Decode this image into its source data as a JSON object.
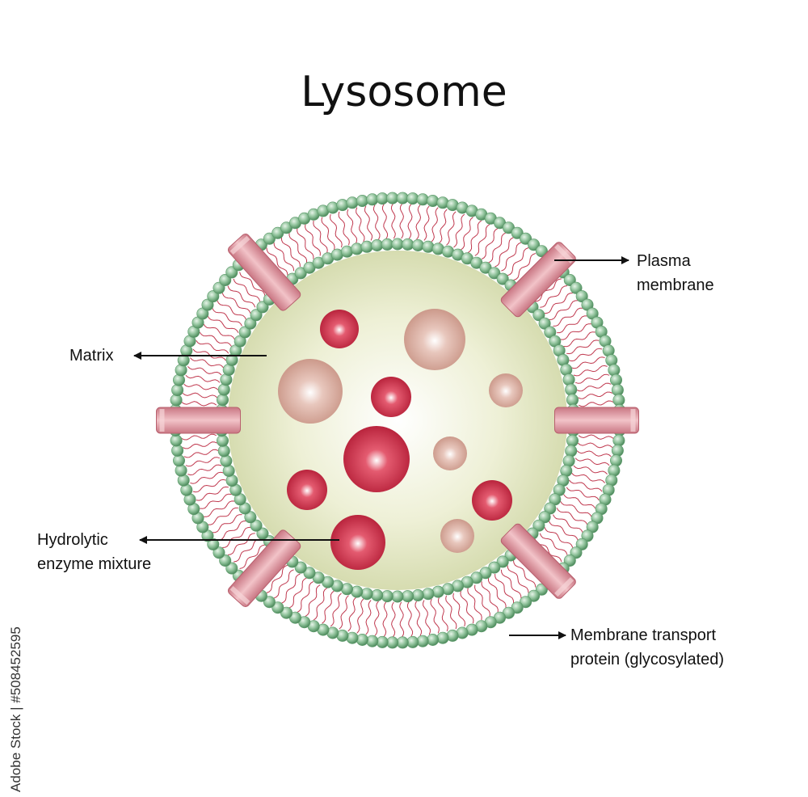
{
  "diagram": {
    "title": "Lysosome",
    "labels": {
      "plasma_membrane": [
        "Plasma",
        "membrane"
      ],
      "matrix": "Matrix",
      "enzyme": [
        "Hydrolytic",
        "enzyme mixture"
      ],
      "transport": [
        "Membrane transport",
        "protein (glycosylated)"
      ]
    },
    "watermark": "Adobe Stock | #508452595",
    "colors": {
      "phospholipid_head": "#7fb58a",
      "lipid_tail": "#c0394f",
      "matrix_fill": "#eef0d6",
      "transport_protein": "#e0959f",
      "enzyme_dark": "#cc2f47",
      "enzyme_light": "#d9a89a"
    }
  }
}
